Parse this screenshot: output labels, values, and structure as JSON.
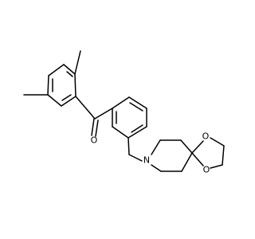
{
  "molecule": {
    "background_color": "#ffffff",
    "bond_color": "#000000",
    "heteroatom_color": "#000000",
    "atoms": {
      "carbonyl_oxygen": "O",
      "amine_nitrogen": "N",
      "dioxolane_oxygen_top": "O",
      "dioxolane_oxygen_bottom": "O"
    }
  }
}
